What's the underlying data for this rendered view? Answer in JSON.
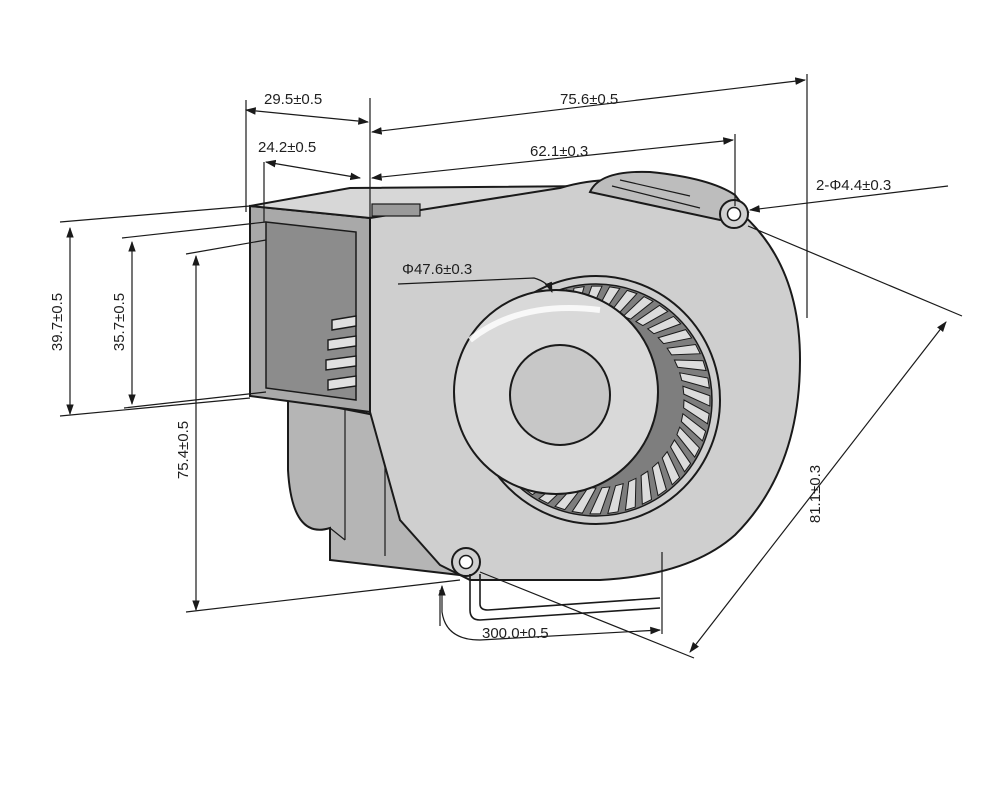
{
  "diagram": {
    "dimensions": {
      "width_total": "75.6±0.5",
      "width_hole_span": "62.1±0.3",
      "depth_total": "29.5±0.5",
      "depth_inner": "24.2±0.5",
      "outlet_height_outer": "39.7±0.5",
      "outlet_height_inner": "35.7±0.5",
      "height_total": "75.4±0.5",
      "impeller_diameter": "Φ47.6±0.3",
      "mount_holes": "2-Φ4.4±0.3",
      "hole_diagonal": "81.1±0.3",
      "wire_length": "300.0±0.5"
    },
    "colors": {
      "body": "#c9c9c9",
      "body_dark": "#9a9a9a",
      "hub": "#dcdcdc",
      "line": "#1a1a1a"
    }
  }
}
